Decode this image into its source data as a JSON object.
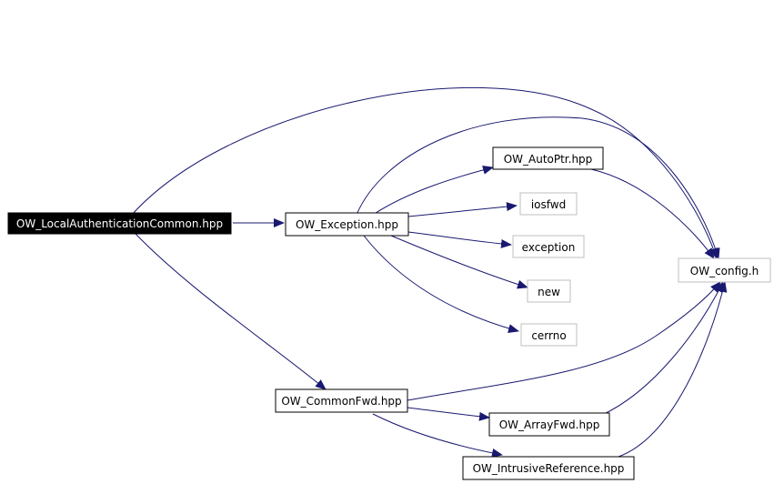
{
  "nodes": {
    "root": "OW_LocalAuthenticationCommon.hpp",
    "exception_hpp": "OW_Exception.hpp",
    "autoptr": "OW_AutoPtr.hpp",
    "iosfwd": "iosfwd",
    "exception": "exception",
    "new": "new",
    "cerrno": "cerrno",
    "config": "OW_config.h",
    "commonfwd": "OW_CommonFwd.hpp",
    "arrayfwd": "OW_ArrayFwd.hpp",
    "intrusiveref": "OW_IntrusiveReference.hpp"
  },
  "colors": {
    "edge": "#191970",
    "root_fill": "#000000",
    "root_text": "#ffffff",
    "node_border": "#000000",
    "leaf_border": "#bfbfbf"
  }
}
